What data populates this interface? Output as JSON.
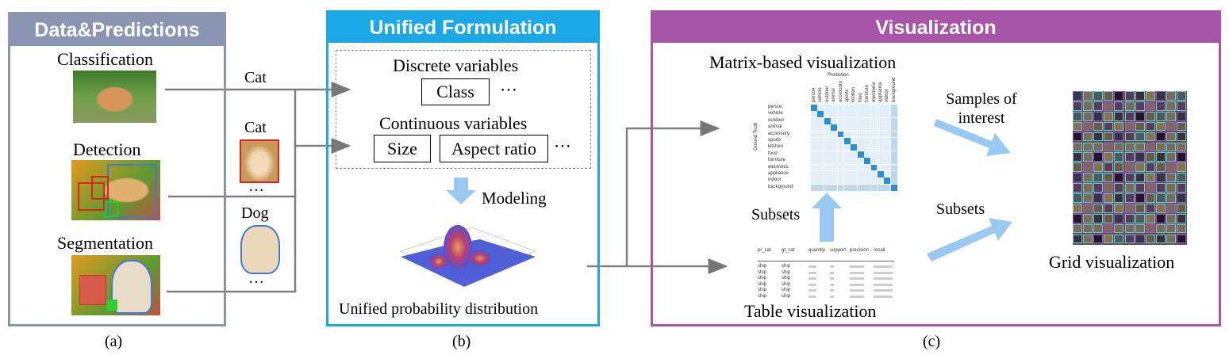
{
  "panels": {
    "a": {
      "title": "Data&Predictions",
      "caption": "(a)",
      "color": "#8a95b3",
      "tasks": [
        "Classification",
        "Detection",
        "Segmentation"
      ],
      "predictions": [
        "Cat",
        "Cat",
        "Dog"
      ],
      "ellipsis": "…"
    },
    "b": {
      "title": "Unified Formulation",
      "caption": "(b)",
      "color": "#1aa9e6",
      "discrete_label": "Discrete variables",
      "discrete_items": [
        "Class"
      ],
      "continuous_label": "Continuous variables",
      "continuous_items": [
        "Size",
        "Aspect ratio"
      ],
      "ellipsis": "⋯",
      "modeling": "Modeling",
      "distribution": "Unified probability distribution"
    },
    "c": {
      "title": "Visualization",
      "caption": "(c)",
      "color": "#a855a8",
      "matrix_title": "Matrix-based visualization",
      "table_title": "Table visualization",
      "grid_title": "Grid visualization",
      "samples_label": "Samples of interest",
      "subsets_label": "Subsets",
      "subsets_label2": "Subsets"
    }
  },
  "matrix": {
    "x_title": "Prediction",
    "y_title": "Ground Truth",
    "classes": [
      "person",
      "vehicle",
      "outdoor",
      "animal",
      "accessory",
      "sports",
      "kitchen",
      "food",
      "furniture",
      "electronic",
      "appliance",
      "indoor",
      "background"
    ]
  },
  "table": {
    "headers": [
      "pr_cat",
      "gt_cat",
      "quantity",
      "support",
      "precision",
      "recall"
    ],
    "rows": [
      [
        "ship",
        "ship"
      ],
      [
        "ship",
        "ship"
      ],
      [
        "ship",
        "ship"
      ],
      [
        "ship",
        "ship"
      ],
      [
        "ship",
        "ship"
      ],
      [
        "ship",
        "ship"
      ]
    ]
  }
}
